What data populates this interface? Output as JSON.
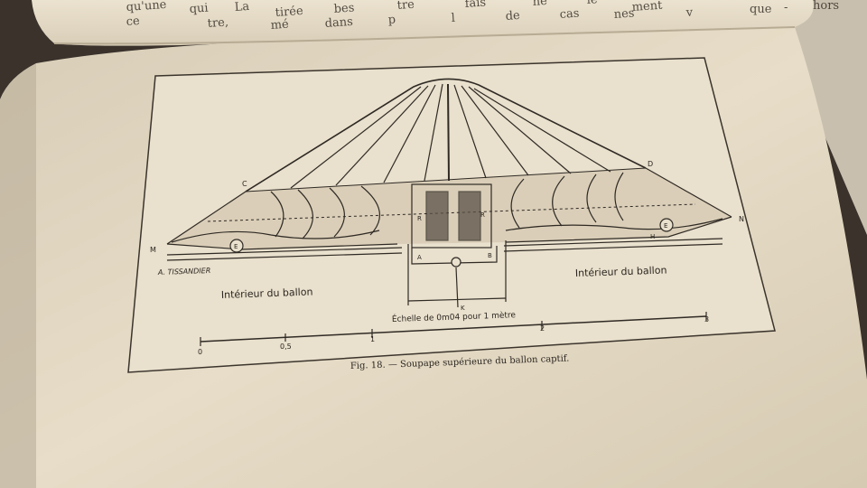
{
  "facing_page": {
    "lines": [
      [
        "qu'une",
        "qui",
        "La",
        "tirée",
        "bes",
        "tre",
        "fais",
        "ne",
        "le",
        "ment"
      ],
      [
        "ce",
        "tre,",
        "mé",
        "dans",
        "p",
        "l",
        "de",
        "cas",
        "nes",
        "v"
      ]
    ],
    "fragments": [
      "que",
      "-",
      "hors"
    ]
  },
  "figure": {
    "credit": "A. TISSANDIER",
    "interior_left": "Intérieur du ballon",
    "interior_right": "Intérieur du ballon",
    "letters": {
      "c": "C",
      "d": "D",
      "m": "M",
      "n": "N",
      "e_left": "E",
      "e_right": "E",
      "h": "H",
      "r_left": "R",
      "r_right": "R",
      "a": "A",
      "b": "B",
      "k": "K"
    },
    "scale_title": "Échelle de 0m04 pour 1 mètre",
    "scale_ticks": [
      "0",
      "0,5",
      "1",
      "2",
      "3"
    ],
    "caption": "Fig. 18. — Soupape supérieure du ballon captif."
  }
}
